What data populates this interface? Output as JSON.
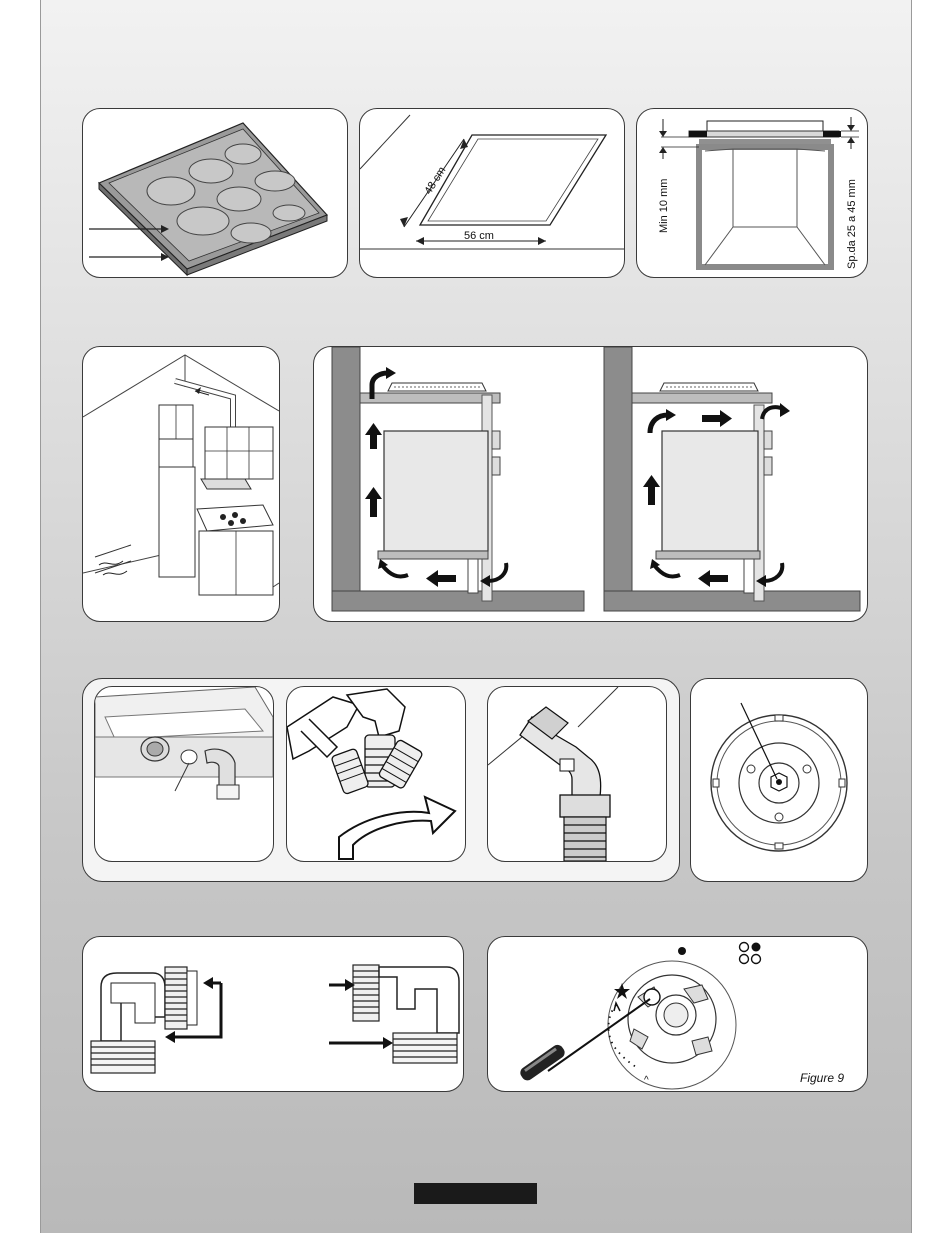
{
  "dimensions": {
    "depth_label": "48 cm",
    "width_label": "56 cm",
    "min_gap_label": "Min 10 mm",
    "thickness_label": "Sp.da 25 a 45 mm"
  },
  "figure": {
    "caption": "Figure  9"
  }
}
